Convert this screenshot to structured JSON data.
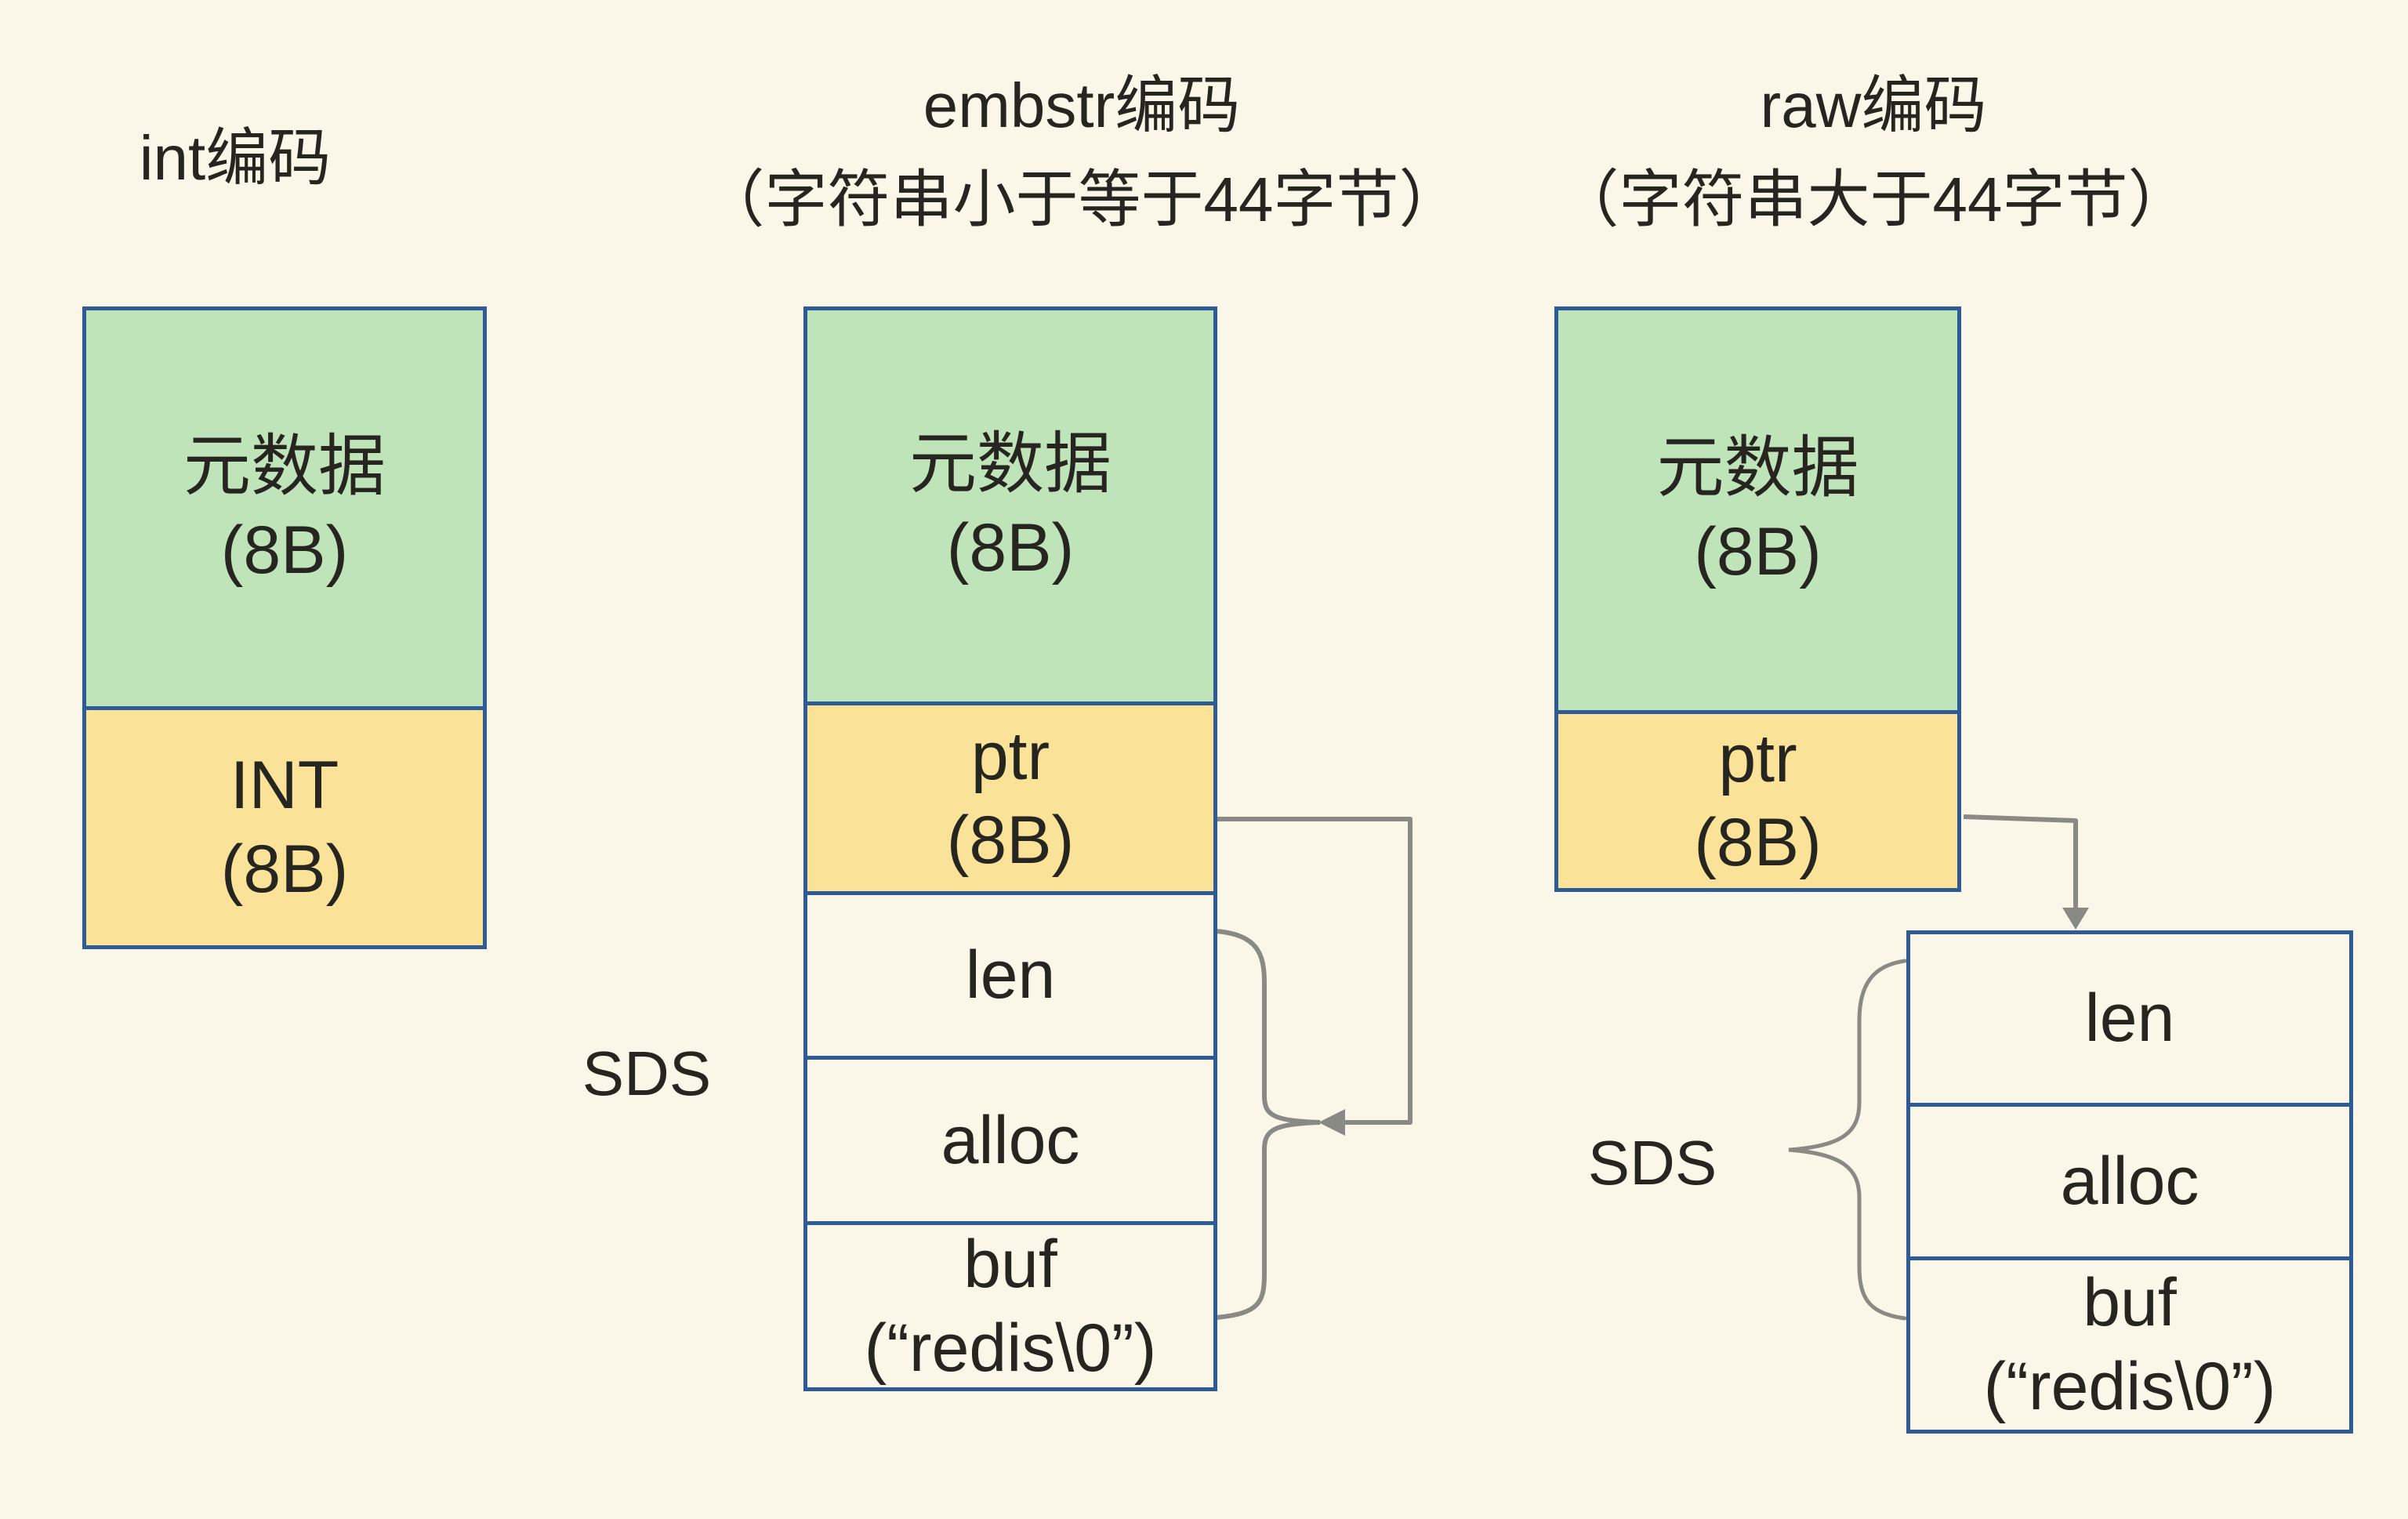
{
  "colors": {
    "background": "#faf7e9",
    "box_border_blue": "#2e5b96",
    "metadata_green": "#c0e4ba",
    "pointer_yellow": "#fae398",
    "connector_gray": "#8a8a85",
    "text_dark": "#26251f"
  },
  "titles": {
    "int": {
      "line1": "int编码",
      "line2": ""
    },
    "embstr": {
      "line1": "embstr编码",
      "line2": "（字符串小于等于44字节）"
    },
    "raw": {
      "line1": "raw编码",
      "line2": "（字符串大于44字节）"
    }
  },
  "int_diagram": {
    "metadata_label": "元数据",
    "metadata_size": "(8B)",
    "int_label": "INT",
    "int_size": "(8B)"
  },
  "embstr_diagram": {
    "metadata_label": "元数据",
    "metadata_size": "(8B)",
    "ptr_label": "ptr",
    "ptr_size": "(8B)",
    "len_label": "len",
    "alloc_label": "alloc",
    "buf_label": "buf",
    "buf_value": "(“redis\\0”)",
    "sds_label": "SDS"
  },
  "raw_diagram": {
    "metadata_label": "元数据",
    "metadata_size": "(8B)",
    "ptr_label": "ptr",
    "ptr_size": "(8B)",
    "len_label": "len",
    "alloc_label": "alloc",
    "buf_label": "buf",
    "buf_value": "(“redis\\0”)",
    "sds_label": "SDS"
  }
}
